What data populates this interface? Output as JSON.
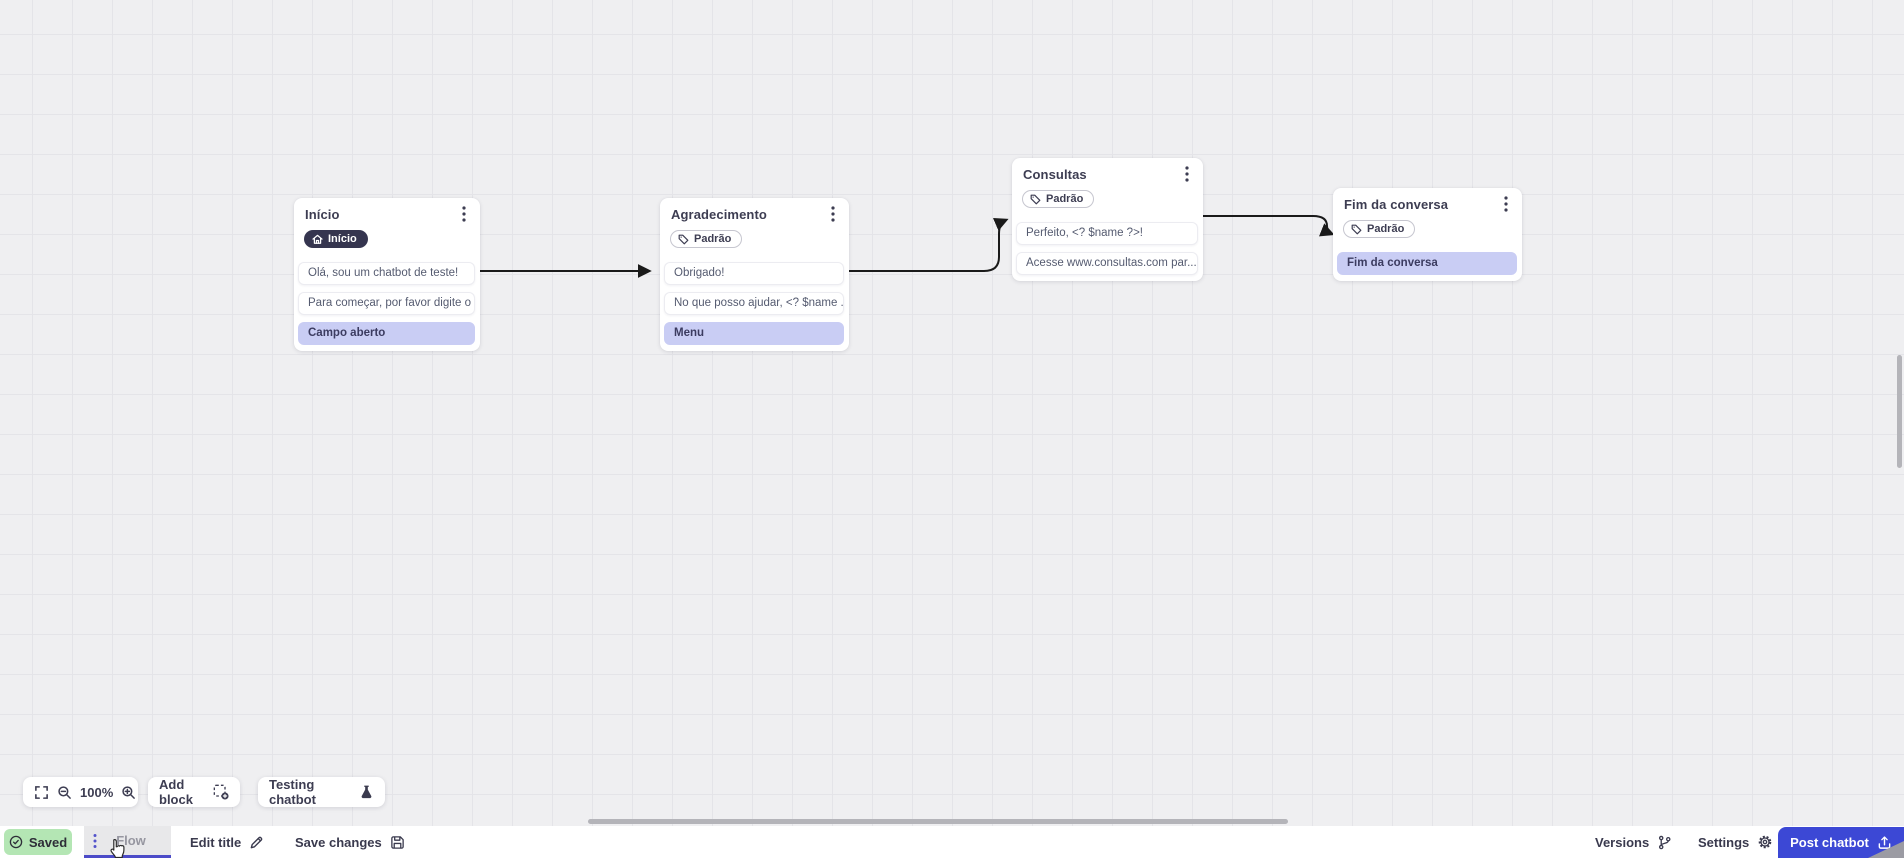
{
  "nodes": [
    {
      "title": "Início",
      "badge": "Início",
      "rows": [
        {
          "text": "Olá, sou um chatbot de teste!",
          "kind": "message"
        },
        {
          "text": "Para começar, por favor digite o ...",
          "kind": "message"
        },
        {
          "text": "Campo aberto",
          "kind": "action"
        }
      ]
    },
    {
      "title": "Agradecimento",
      "badge": "Padrão",
      "rows": [
        {
          "text": "Obrigado!",
          "kind": "message"
        },
        {
          "text": "No que posso ajudar, <? $name ...",
          "kind": "message"
        },
        {
          "text": "Menu",
          "kind": "action"
        }
      ]
    },
    {
      "title": "Consultas",
      "badge": "Padrão",
      "rows": [
        {
          "text": "Perfeito, <? $name ?>!",
          "kind": "message"
        },
        {
          "text": "Acesse www.consultas.com par...",
          "kind": "message"
        }
      ]
    },
    {
      "title": "Fim da conversa",
      "badge": "Padrão",
      "rows": [
        {
          "text": "Fim da conversa",
          "kind": "action"
        }
      ]
    }
  ],
  "toolbar": {
    "zoom_level": "100%",
    "add_block": "Add block",
    "testing_chatbot": "Testing chatbot"
  },
  "bottom_bar": {
    "saved": "Saved",
    "flow_tab": "Flow",
    "edit_title": "Edit title",
    "save_changes": "Save changes",
    "versions": "Versions",
    "settings": "Settings",
    "post_chatbot": "Post chatbot"
  },
  "colors": {
    "accent_indigo": "#4c4bc8",
    "post_button": "#3c48d5",
    "saved_green": "#b4e6b4",
    "row_highlight": "#c9cdf4",
    "badge_dark": "#35354f",
    "arrow": "#1a1a1a",
    "canvas_bg": "#efeff1"
  }
}
